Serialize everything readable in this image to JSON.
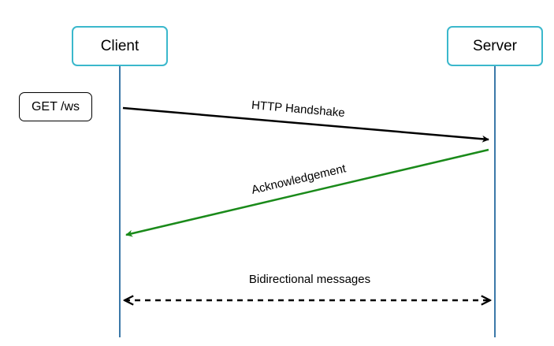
{
  "participants": {
    "client": "Client",
    "server": "Server"
  },
  "note": "GET /ws",
  "messages": {
    "handshake": "HTTP Handshake",
    "acknowledgement": "Acknowledgement",
    "bidirectional": "Bidirectional messages"
  },
  "colors": {
    "lifeline": "#3b78a8",
    "actor_border": "#3bb8cc",
    "handshake_arrow": "#000000",
    "acknowledgement_arrow": "#1a8a1a",
    "bidirectional_arrow": "#000000"
  }
}
